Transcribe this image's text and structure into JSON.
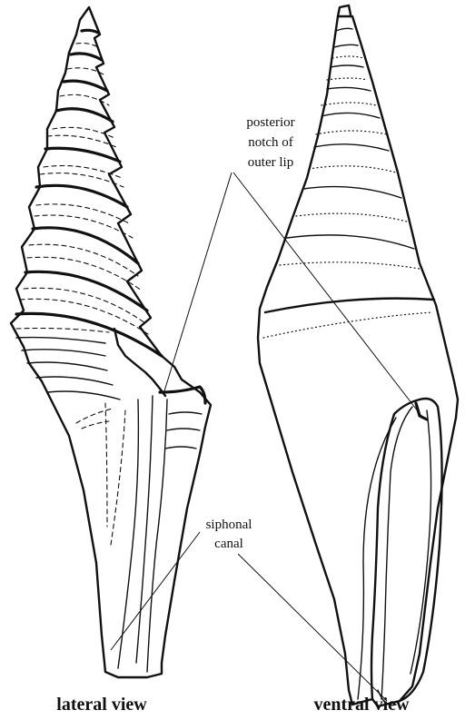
{
  "labels": {
    "notch_line1": "posterior",
    "notch_line2": "notch of",
    "notch_line3": "outer lip",
    "canal_line1": "siphonal",
    "canal_line2": "canal"
  },
  "captions": {
    "left": "lateral view",
    "right": "ventral view"
  },
  "colors": {
    "ink": "#111111",
    "background": "#ffffff"
  }
}
